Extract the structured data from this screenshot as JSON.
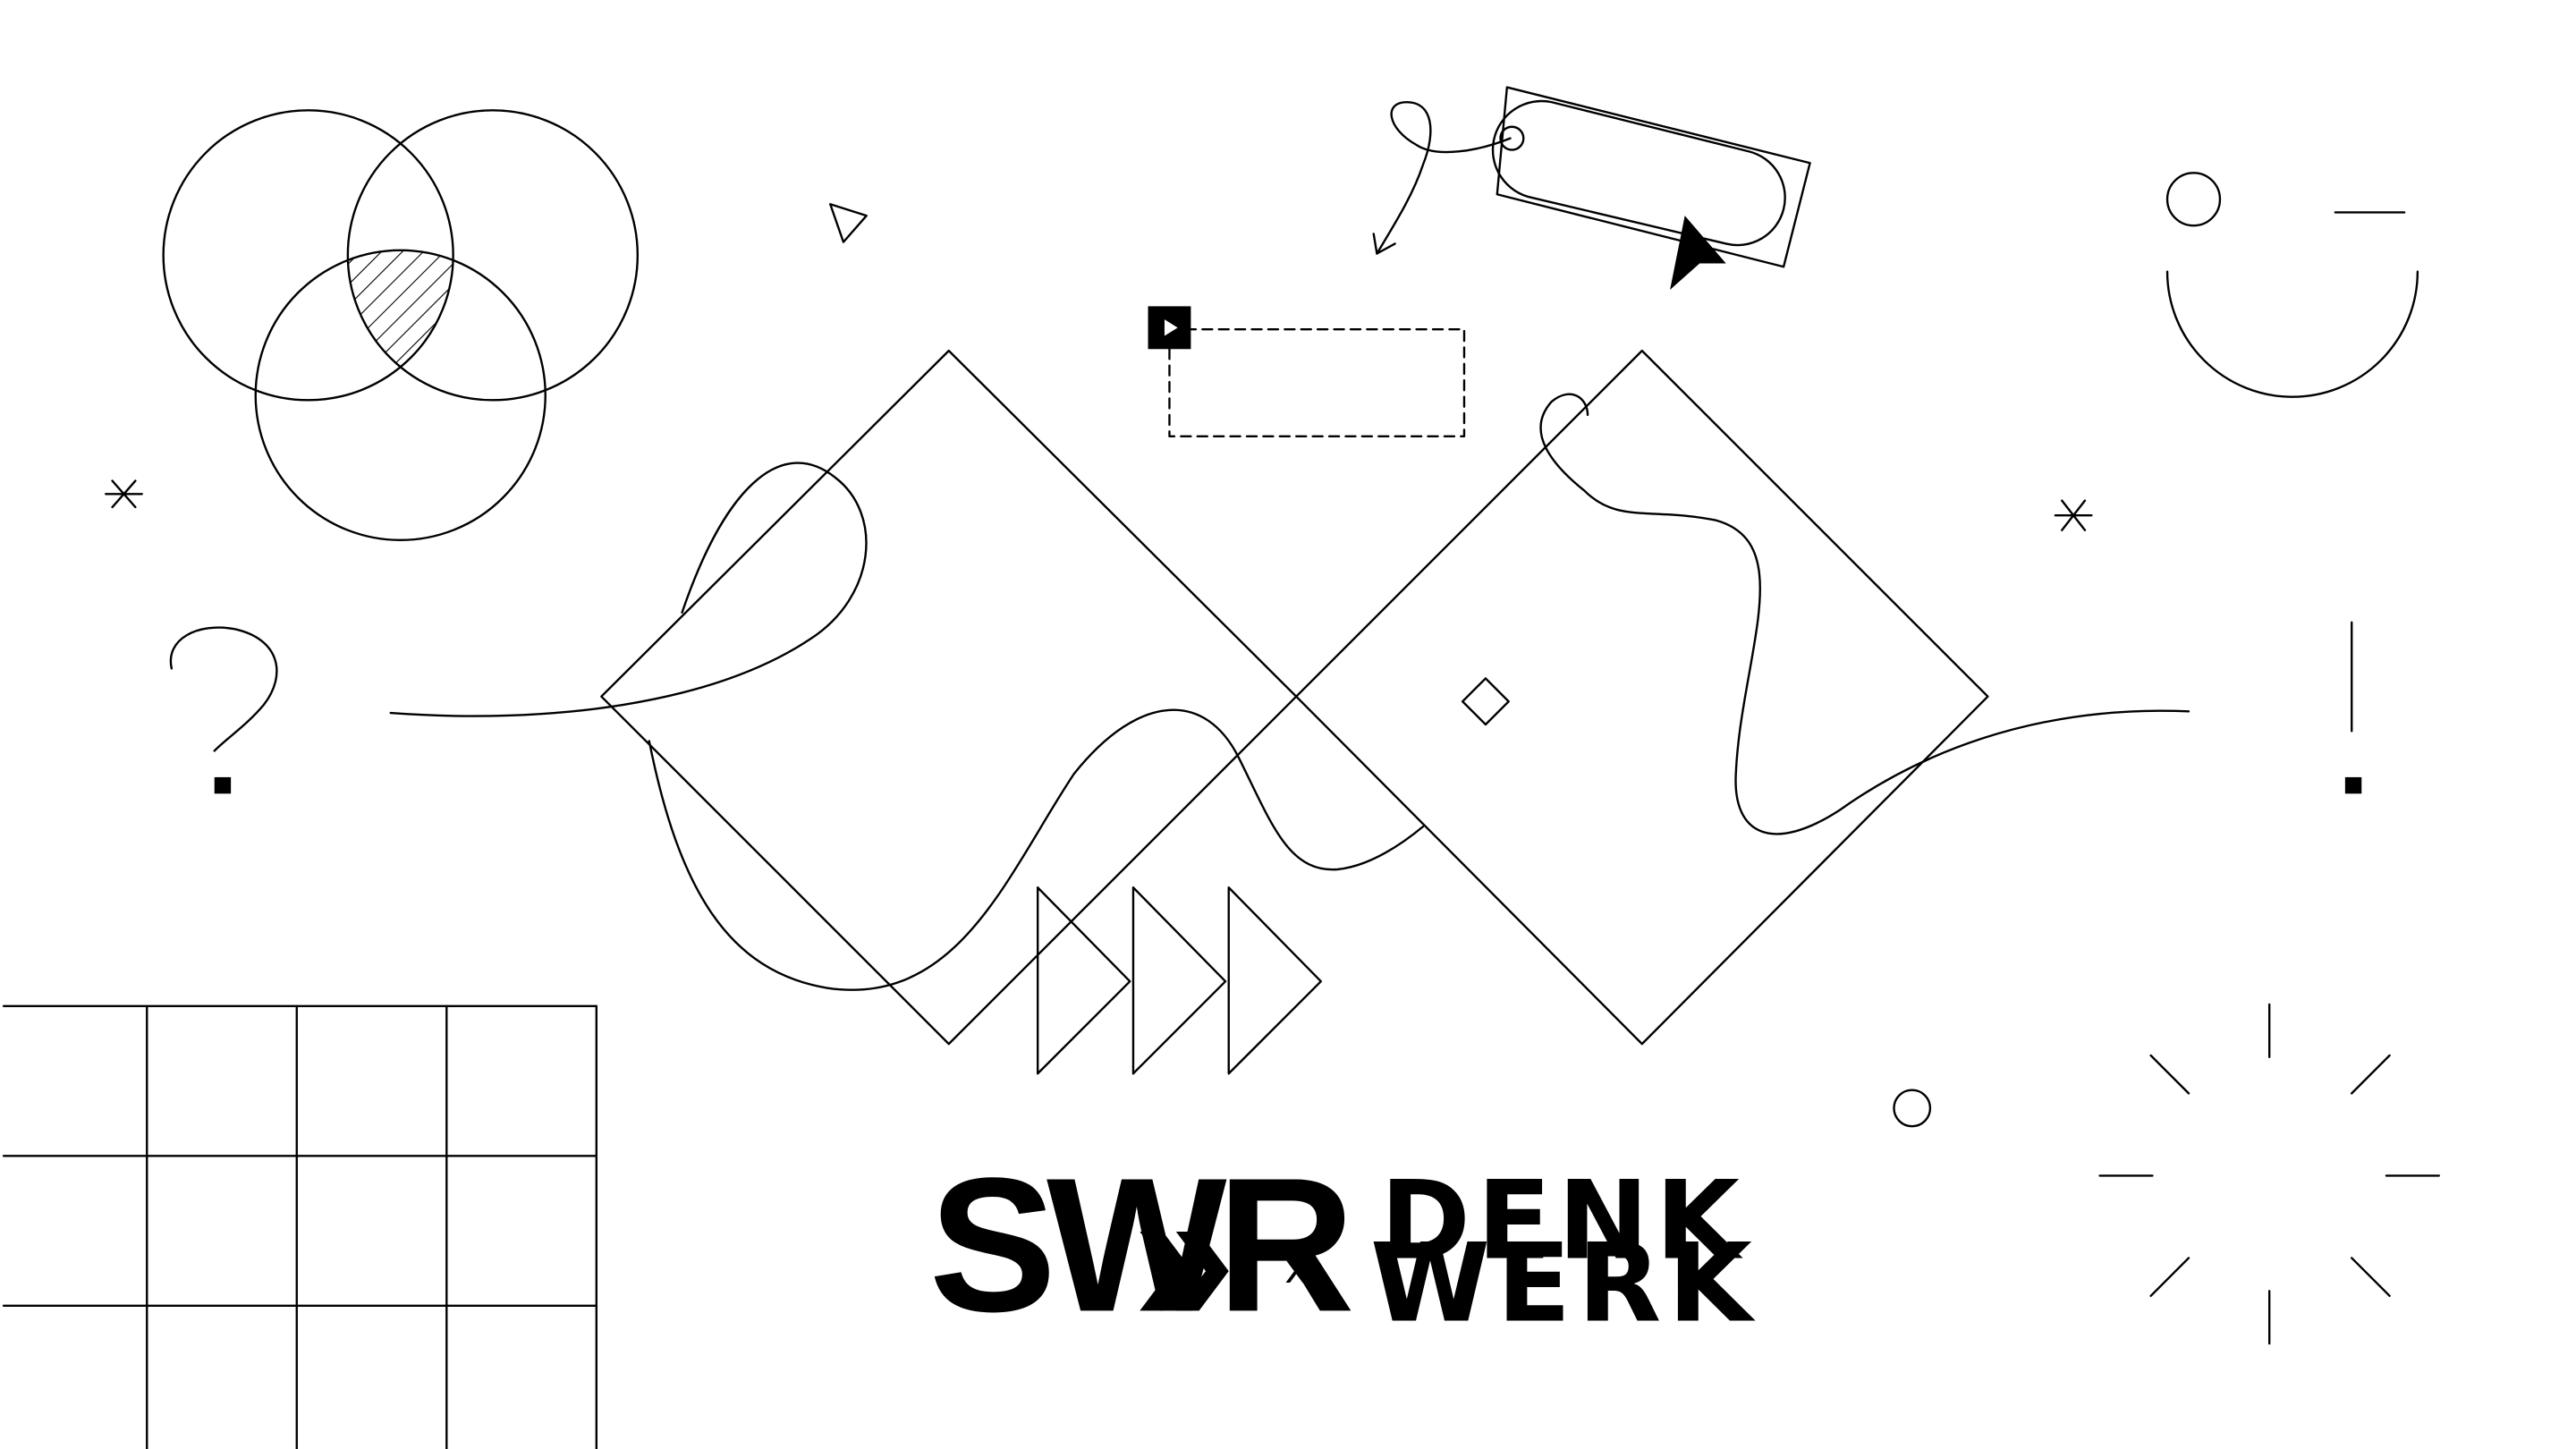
{
  "logos": {
    "swr": {
      "wordmark": "SWR",
      "icon": "double-chevron-right-icon"
    },
    "separator": "x",
    "denkwerk": {
      "line1": "DENK",
      "line2": "WERK"
    }
  },
  "colors": {
    "background": "#ffffff",
    "ink": "#000000"
  },
  "doodles": [
    "venn-diagram",
    "question-mark",
    "exclamation-mark",
    "asterisk-icon",
    "play-icon",
    "cursor-arrow-icon",
    "fast-forward-triangles",
    "grid-table",
    "sunburst",
    "smiley-face"
  ]
}
